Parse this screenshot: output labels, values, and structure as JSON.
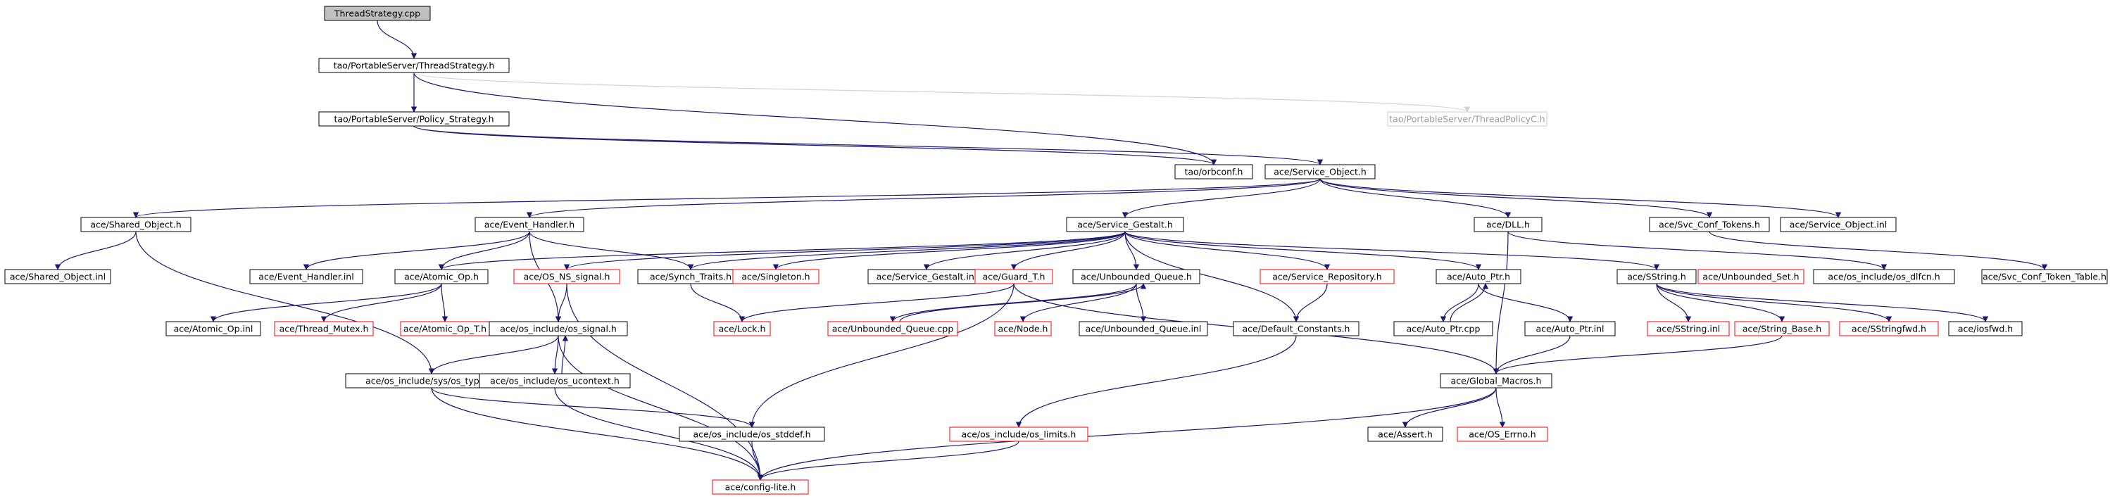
{
  "colors": {
    "edge": "#191970",
    "edge_gray": "#d3d3d3",
    "text": "#000000",
    "text_gray": "#9a9a9a",
    "root_fill": "#c0c0c0",
    "border_black": "#000000",
    "border_red": "#ff0000",
    "border_gray": "#cccccc"
  },
  "nodes": [
    {
      "id": "root",
      "label": "ThreadStrategy.cpp",
      "style": "root"
    },
    {
      "id": "ps_ts",
      "label": "tao/PortableServer/ThreadStrategy.h",
      "style": "black"
    },
    {
      "id": "ps_policy",
      "label": "tao/PortableServer/Policy_Strategy.h",
      "style": "black"
    },
    {
      "id": "ps_tpc",
      "label": "tao/PortableServer/ThreadPolicyC.h",
      "style": "gray"
    },
    {
      "id": "orbconf",
      "label": "tao/orbconf.h",
      "style": "black"
    },
    {
      "id": "svc_obj",
      "label": "ace/Service_Object.h",
      "style": "black"
    },
    {
      "id": "shared_obj",
      "label": "ace/Shared_Object.h",
      "style": "black"
    },
    {
      "id": "event_handler",
      "label": "ace/Event_Handler.h",
      "style": "black"
    },
    {
      "id": "svc_gestalt",
      "label": "ace/Service_Gestalt.h",
      "style": "black"
    },
    {
      "id": "dll",
      "label": "ace/DLL.h",
      "style": "black"
    },
    {
      "id": "svc_conf_tokens",
      "label": "ace/Svc_Conf_Tokens.h",
      "style": "black"
    },
    {
      "id": "svc_obj_inl",
      "label": "ace/Service_Object.inl",
      "style": "black"
    },
    {
      "id": "shared_obj_inl",
      "label": "ace/Shared_Object.inl",
      "style": "black"
    },
    {
      "id": "event_handler_inl",
      "label": "ace/Event_Handler.inl",
      "style": "black"
    },
    {
      "id": "atomic_op",
      "label": "ace/Atomic_Op.h",
      "style": "black"
    },
    {
      "id": "os_ns_signal",
      "label": "ace/OS_NS_signal.h",
      "style": "red"
    },
    {
      "id": "synch_traits",
      "label": "ace/Synch_Traits.h",
      "style": "black"
    },
    {
      "id": "singleton",
      "label": "ace/Singleton.h",
      "style": "red"
    },
    {
      "id": "svc_gestalt_inl",
      "label": "ace/Service_Gestalt.inl",
      "style": "black"
    },
    {
      "id": "guard_t",
      "label": "ace/Guard_T.h",
      "style": "red"
    },
    {
      "id": "unbounded_queue",
      "label": "ace/Unbounded_Queue.h",
      "style": "black"
    },
    {
      "id": "svc_repo",
      "label": "ace/Service_Repository.h",
      "style": "red"
    },
    {
      "id": "auto_ptr",
      "label": "ace/Auto_Ptr.h",
      "style": "black"
    },
    {
      "id": "sstring",
      "label": "ace/SString.h",
      "style": "black"
    },
    {
      "id": "unbounded_set",
      "label": "ace/Unbounded_Set.h",
      "style": "red"
    },
    {
      "id": "os_dlfcn",
      "label": "ace/os_include/os_dlfcn.h",
      "style": "black"
    },
    {
      "id": "svc_conf_token_table",
      "label": "ace/Svc_Conf_Token_Table.h",
      "style": "black"
    },
    {
      "id": "atomic_op_inl",
      "label": "ace/Atomic_Op.inl",
      "style": "black"
    },
    {
      "id": "thread_mutex",
      "label": "ace/Thread_Mutex.h",
      "style": "red"
    },
    {
      "id": "atomic_op_t",
      "label": "ace/Atomic_Op_T.h",
      "style": "red"
    },
    {
      "id": "os_signal",
      "label": "ace/os_include/os_signal.h",
      "style": "black"
    },
    {
      "id": "lock",
      "label": "ace/Lock.h",
      "style": "red"
    },
    {
      "id": "unbounded_queue_cpp",
      "label": "ace/Unbounded_Queue.cpp",
      "style": "red"
    },
    {
      "id": "node",
      "label": "ace/Node.h",
      "style": "red"
    },
    {
      "id": "unbounded_queue_inl",
      "label": "ace/Unbounded_Queue.inl",
      "style": "black"
    },
    {
      "id": "default_constants",
      "label": "ace/Default_Constants.h",
      "style": "black"
    },
    {
      "id": "auto_ptr_cpp",
      "label": "ace/Auto_Ptr.cpp",
      "style": "black"
    },
    {
      "id": "auto_ptr_inl",
      "label": "ace/Auto_Ptr.inl",
      "style": "black"
    },
    {
      "id": "sstring_inl",
      "label": "ace/SString.inl",
      "style": "red"
    },
    {
      "id": "string_base",
      "label": "ace/String_Base.h",
      "style": "red"
    },
    {
      "id": "sstringfwd",
      "label": "ace/SStringfwd.h",
      "style": "red"
    },
    {
      "id": "iosfwd",
      "label": "ace/iosfwd.h",
      "style": "black"
    },
    {
      "id": "sys_types",
      "label": "ace/os_include/sys/os_types.h",
      "style": "black"
    },
    {
      "id": "os_ucontext",
      "label": "ace/os_include/os_ucontext.h",
      "style": "black"
    },
    {
      "id": "global_macros",
      "label": "ace/Global_Macros.h",
      "style": "black"
    },
    {
      "id": "os_stddef",
      "label": "ace/os_include/os_stddef.h",
      "style": "black"
    },
    {
      "id": "os_limits",
      "label": "ace/os_include/os_limits.h",
      "style": "red"
    },
    {
      "id": "assert",
      "label": "ace/Assert.h",
      "style": "black"
    },
    {
      "id": "os_errno",
      "label": "ace/OS_Errno.h",
      "style": "red"
    },
    {
      "id": "config_lite",
      "label": "ace/config-lite.h",
      "style": "red"
    }
  ],
  "edges": [
    [
      "root",
      "ps_ts"
    ],
    [
      "ps_ts",
      "orbconf"
    ],
    [
      "ps_ts",
      "ps_policy"
    ],
    [
      "ps_ts",
      "ps_tpc"
    ],
    [
      "ps_policy",
      "orbconf"
    ],
    [
      "ps_policy",
      "svc_obj"
    ],
    [
      "svc_obj",
      "shared_obj"
    ],
    [
      "svc_obj",
      "event_handler"
    ],
    [
      "svc_obj",
      "svc_gestalt"
    ],
    [
      "svc_obj",
      "dll"
    ],
    [
      "svc_obj",
      "svc_conf_tokens"
    ],
    [
      "svc_obj",
      "svc_obj_inl"
    ],
    [
      "shared_obj",
      "shared_obj_inl"
    ],
    [
      "shared_obj",
      "sys_types"
    ],
    [
      "event_handler",
      "event_handler_inl"
    ],
    [
      "event_handler",
      "atomic_op"
    ],
    [
      "event_handler",
      "synch_traits"
    ],
    [
      "event_handler",
      "os_signal"
    ],
    [
      "svc_gestalt",
      "atomic_op"
    ],
    [
      "svc_gestalt",
      "os_ns_signal"
    ],
    [
      "svc_gestalt",
      "synch_traits"
    ],
    [
      "svc_gestalt",
      "singleton"
    ],
    [
      "svc_gestalt",
      "svc_gestalt_inl"
    ],
    [
      "svc_gestalt",
      "guard_t"
    ],
    [
      "svc_gestalt",
      "unbounded_queue"
    ],
    [
      "svc_gestalt",
      "svc_repo"
    ],
    [
      "svc_gestalt",
      "auto_ptr"
    ],
    [
      "svc_gestalt",
      "sstring"
    ],
    [
      "svc_gestalt",
      "default_constants"
    ],
    [
      "dll",
      "os_dlfcn"
    ],
    [
      "dll",
      "global_macros"
    ],
    [
      "svc_conf_tokens",
      "svc_conf_token_table"
    ],
    [
      "atomic_op",
      "atomic_op_inl"
    ],
    [
      "atomic_op",
      "thread_mutex"
    ],
    [
      "atomic_op",
      "atomic_op_t"
    ],
    [
      "os_ns_signal",
      "os_signal"
    ],
    [
      "os_ns_signal",
      "config_lite"
    ],
    [
      "synch_traits",
      "lock"
    ],
    [
      "guard_t",
      "lock"
    ],
    [
      "guard_t",
      "os_stddef"
    ],
    [
      "guard_t",
      "global_macros"
    ],
    [
      "unbounded_queue",
      "unbounded_queue_cpp"
    ],
    [
      "unbounded_queue",
      "node"
    ],
    [
      "unbounded_queue",
      "unbounded_queue_inl"
    ],
    [
      "unbounded_queue_cpp",
      "unbounded_queue"
    ],
    [
      "svc_repo",
      "default_constants"
    ],
    [
      "auto_ptr",
      "auto_ptr_cpp"
    ],
    [
      "auto_ptr",
      "auto_ptr_inl"
    ],
    [
      "auto_ptr_cpp",
      "auto_ptr"
    ],
    [
      "auto_ptr_inl",
      "global_macros"
    ],
    [
      "sstring",
      "sstring_inl"
    ],
    [
      "sstring",
      "string_base"
    ],
    [
      "sstring",
      "sstringfwd"
    ],
    [
      "sstring",
      "iosfwd"
    ],
    [
      "string_base",
      "global_macros"
    ],
    [
      "os_signal",
      "sys_types"
    ],
    [
      "os_signal",
      "os_ucontext"
    ],
    [
      "os_signal",
      "config_lite"
    ],
    [
      "os_ucontext",
      "os_signal"
    ],
    [
      "os_ucontext",
      "config_lite"
    ],
    [
      "sys_types",
      "os_stddef"
    ],
    [
      "sys_types",
      "config_lite"
    ],
    [
      "os_stddef",
      "config_lite"
    ],
    [
      "default_constants",
      "os_limits"
    ],
    [
      "os_limits",
      "config_lite"
    ],
    [
      "global_macros",
      "assert"
    ],
    [
      "global_macros",
      "os_errno"
    ],
    [
      "global_macros",
      "config_lite"
    ]
  ]
}
